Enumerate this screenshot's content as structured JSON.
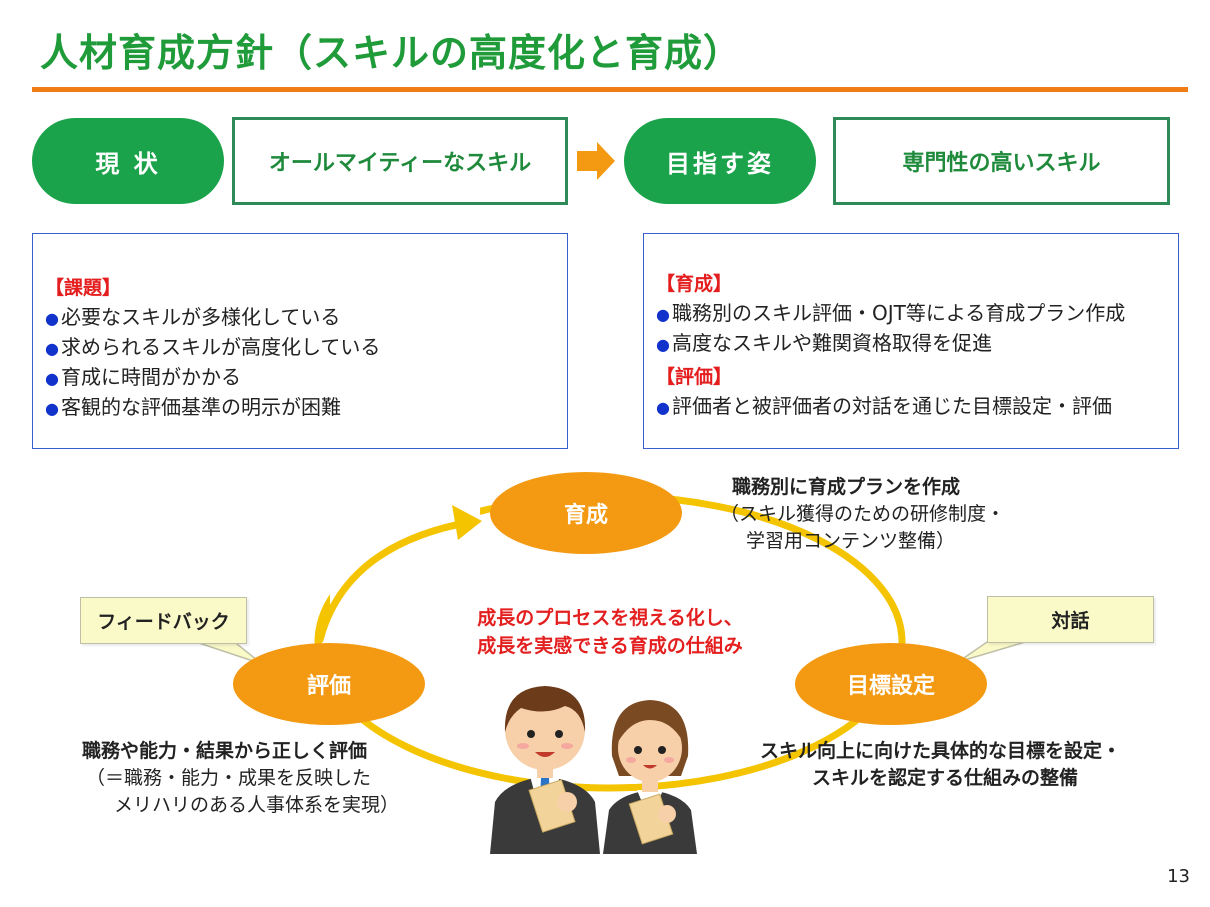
{
  "title": "人材育成方針（スキルの高度化と育成）",
  "top_row": {
    "current_label": "現 状",
    "current_skill": "オールマイティーなスキル",
    "target_label": "目指す姿",
    "target_skill": "専門性の高いスキル"
  },
  "issues_box": {
    "heading": "【課題】",
    "items": [
      "必要なスキルが多様化している",
      "求められるスキルが高度化している",
      "育成に時間がかかる",
      "客観的な評価基準の明示が困難"
    ]
  },
  "plan_box": {
    "training_heading": "【育成】",
    "training_items": [
      "職務別のスキル評価・OJT等による育成プラン作成",
      "高度なスキルや難関資格取得を促進"
    ],
    "evaluation_heading": "【評価】",
    "evaluation_items": [
      "評価者と被評価者の対話を通じた目標設定・評価"
    ]
  },
  "cycle": {
    "node_top": "育成",
    "node_right": "目標設定",
    "node_left": "評価",
    "center_line1": "成長のプロセスを視える化し、",
    "center_line2": "成長を実感できる育成の仕組み",
    "callout_left": "フィードバック",
    "callout_right": "対話",
    "top_desc_bold": "職務別に育成プランを作成",
    "top_desc_line2": "（スキル獲得のための研修制度・",
    "top_desc_line3": "学習用コンテンツ整備）",
    "right_desc_line1": "スキル向上に向けた具体的な目標を設定・",
    "right_desc_line2": "スキルを認定する仕組みの整備",
    "left_desc_bold": "職務や能力・結果から正しく評価",
    "left_desc_line2": "（＝職務・能力・成果を反映した",
    "left_desc_line3": "メリハリのある人事体系を実現）"
  },
  "page_number": "13",
  "colors": {
    "title_green": "#1f9b3a",
    "accent_orange": "#f07d14",
    "node_orange": "#f39a12",
    "cycle_yellow": "#f5c400",
    "alert_red": "#e31f1f"
  }
}
